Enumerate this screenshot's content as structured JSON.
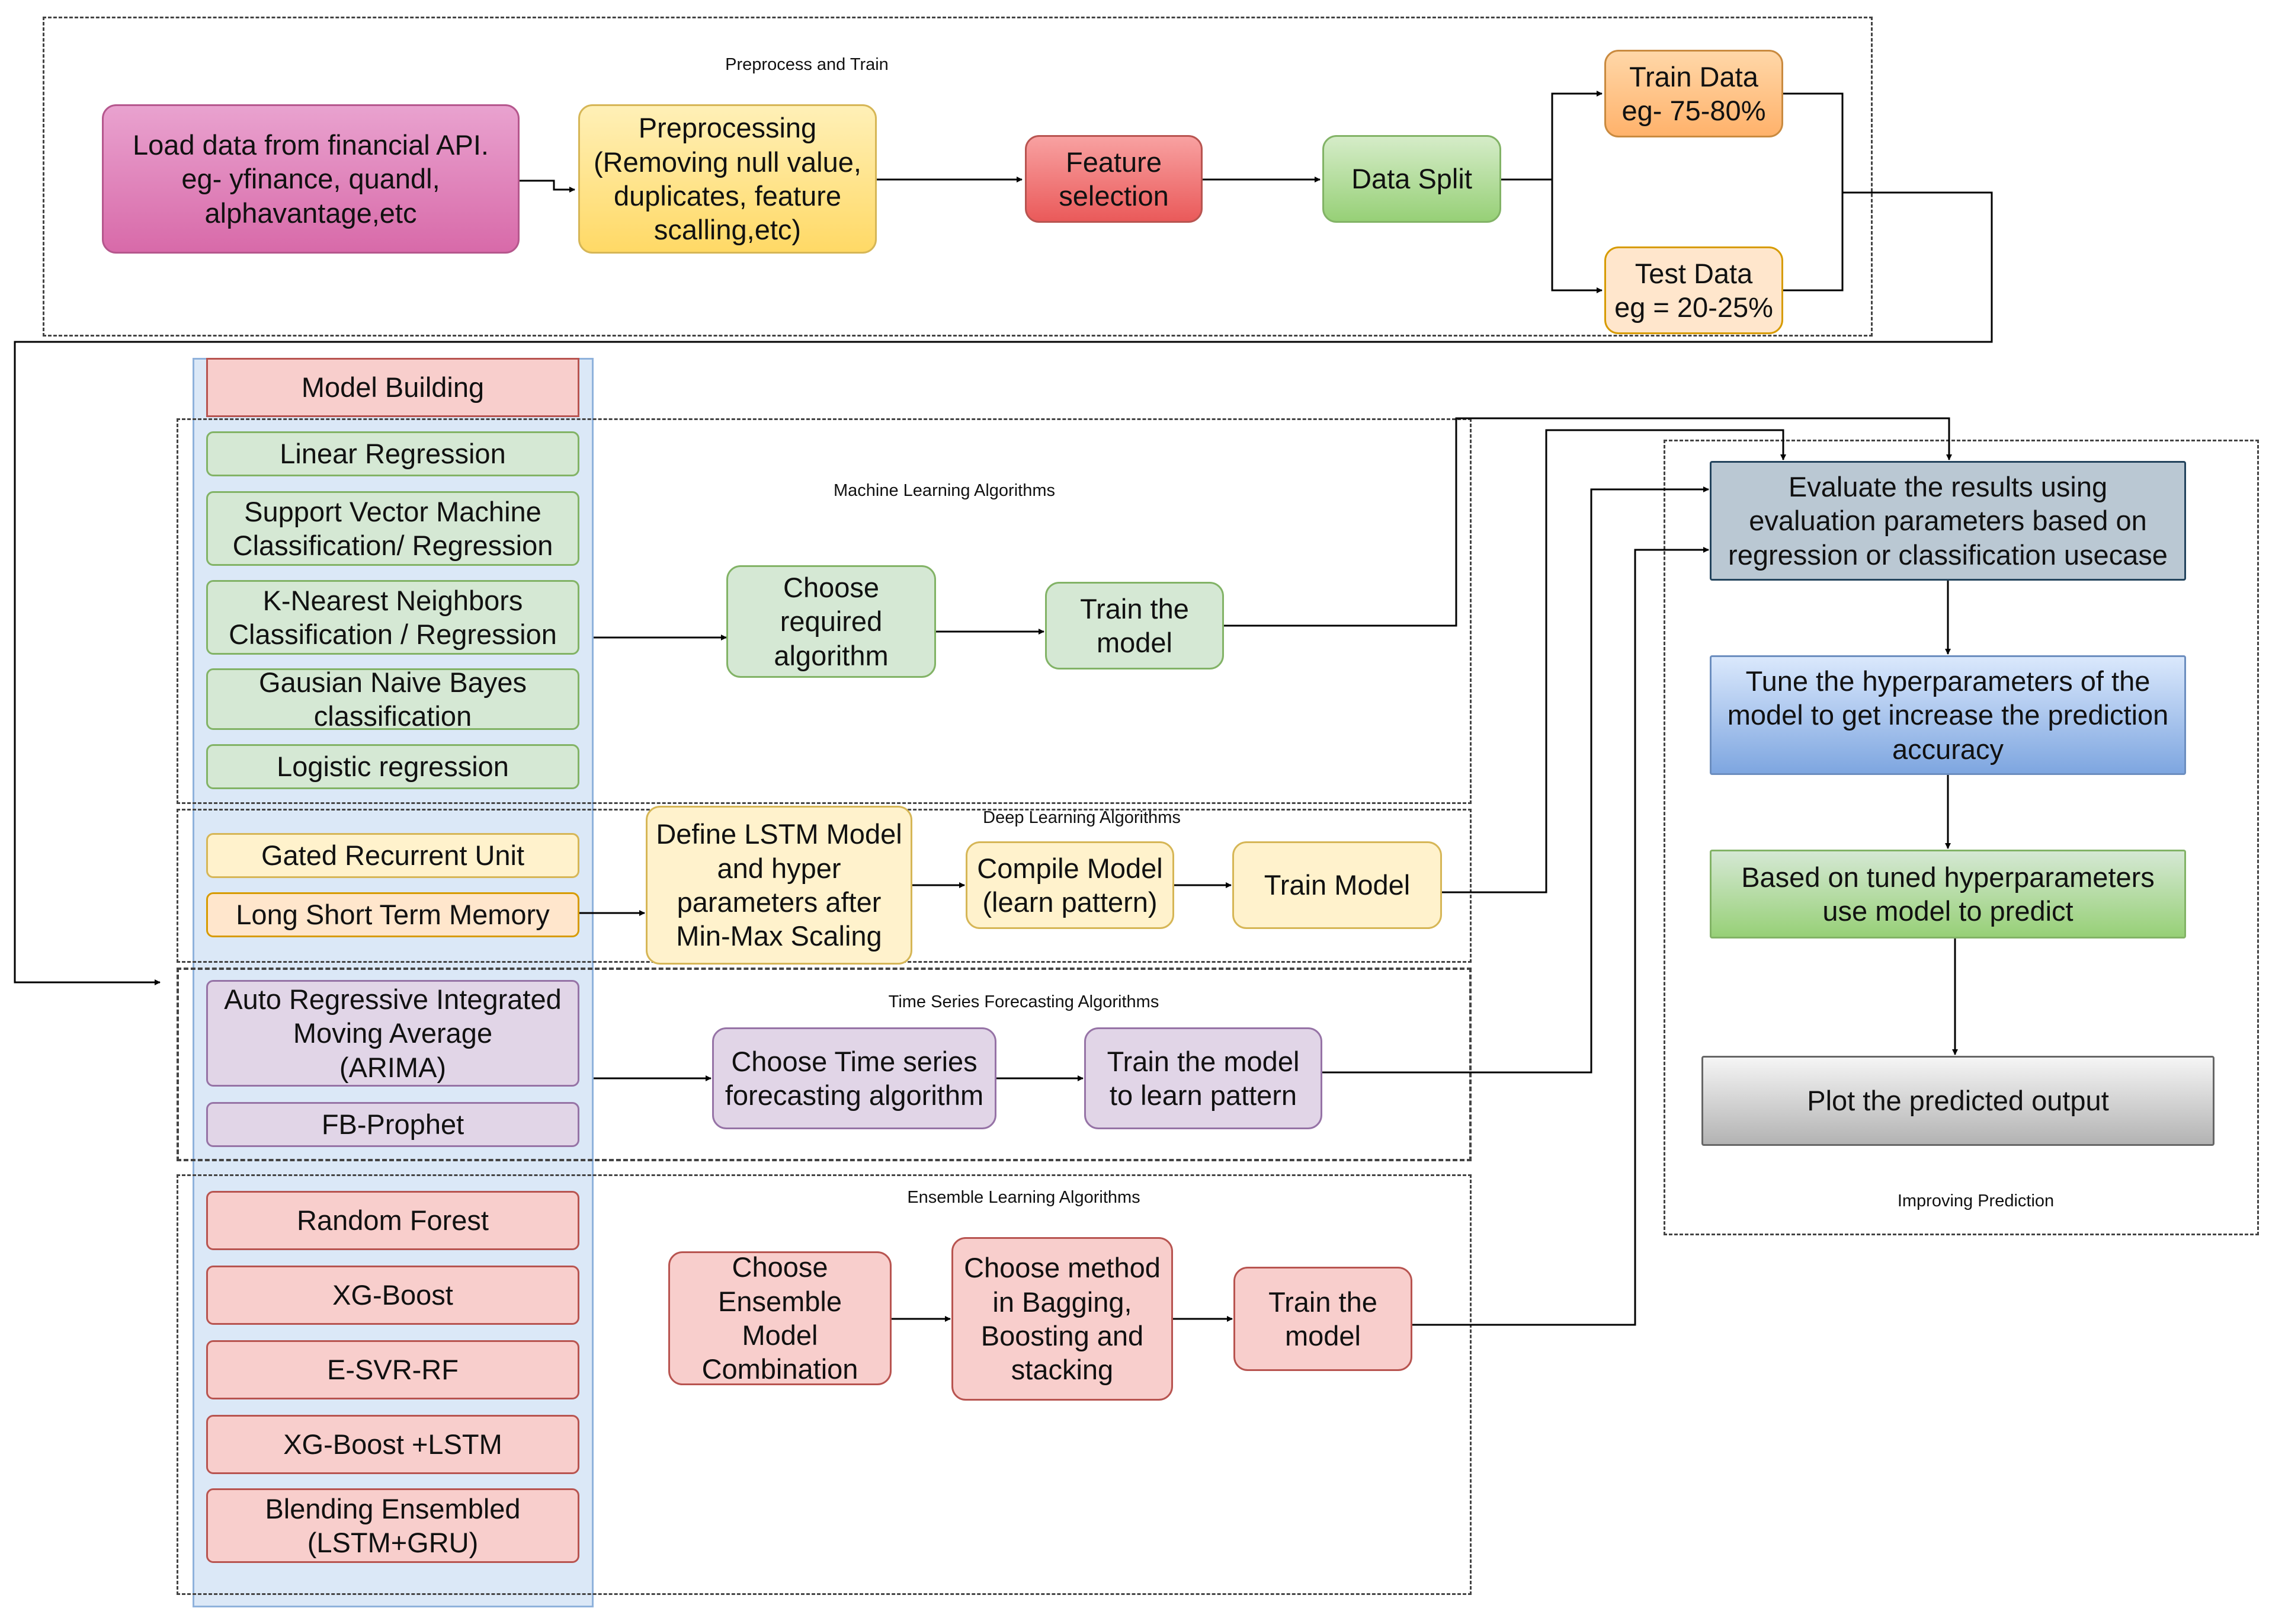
{
  "groups": {
    "preprocess": "Preprocess and Train",
    "ml": "Machine Learning Algorithms",
    "dl": "Deep Learning Algorithms",
    "ts": "Time Series Forecasting Algorithms",
    "ens": "Ensemble Learning Algorithms",
    "improve": "Improving Prediction"
  },
  "nodes": {
    "load": [
      "Load data from financial API.",
      "eg- yfinance, quandl,",
      "alphavantage,etc"
    ],
    "preproc": [
      "Preprocessing",
      "(Removing null value,",
      "duplicates, feature",
      "scalling,etc)"
    ],
    "feature": [
      "Feature",
      "selection"
    ],
    "split": [
      "Data Split"
    ],
    "train": [
      "Train Data",
      "eg- 75-80%"
    ],
    "test": [
      "Test Data",
      "eg = 20-25%"
    ],
    "model_building": [
      "Model Building"
    ],
    "linreg": [
      "Linear Regression"
    ],
    "svm": [
      "Support Vector Machine",
      "Classification/ Regression"
    ],
    "knn": [
      "K-Nearest Neighbors",
      "Classification / Regression"
    ],
    "gnb": [
      "Gausian Naive Bayes",
      "classification"
    ],
    "logreg": [
      "Logistic regression"
    ],
    "choose_alg": [
      "Choose",
      "required",
      "algorithm"
    ],
    "train_ml": [
      "Train the",
      "model"
    ],
    "gru": [
      "Gated Recurrent Unit"
    ],
    "lstm": [
      "Long Short Term Memory"
    ],
    "define_lstm": [
      "Define LSTM Model",
      "and hyper",
      "parameters after",
      "Min-Max Scaling"
    ],
    "compile": [
      "Compile Model",
      "(learn pattern)"
    ],
    "train_dl": [
      "Train Model"
    ],
    "arima": [
      "Auto Regressive  Integrated",
      "Moving Average",
      "(ARIMA)"
    ],
    "prophet": [
      "FB-Prophet"
    ],
    "choose_ts": [
      "Choose Time series",
      "forecasting algorithm"
    ],
    "train_ts": [
      "Train the model",
      "to learn pattern"
    ],
    "rf": [
      "Random Forest"
    ],
    "xgb": [
      "XG-Boost"
    ],
    "esvrrf": [
      "E-SVR-RF"
    ],
    "xgblstm": [
      "XG-Boost +LSTM"
    ],
    "blend": [
      "Blending Ensembled",
      "(LSTM+GRU)"
    ],
    "choose_ens": [
      "Choose",
      "Ensemble",
      "Model",
      "Combination"
    ],
    "choose_method": [
      "Choose method",
      "in Bagging,",
      "Boosting and",
      "stacking"
    ],
    "train_ens": [
      "Train the",
      "model"
    ],
    "evaluate": [
      "Evaluate the results using",
      "evaluation parameters based on",
      "regression or classification usecase"
    ],
    "tune": [
      "Tune the hyperparameters of the",
      "model to get increase the prediction",
      "accuracy"
    ],
    "predict": [
      "Based on tuned hyperparameters",
      "use model to predict"
    ],
    "plot": [
      "Plot the predicted output"
    ]
  }
}
